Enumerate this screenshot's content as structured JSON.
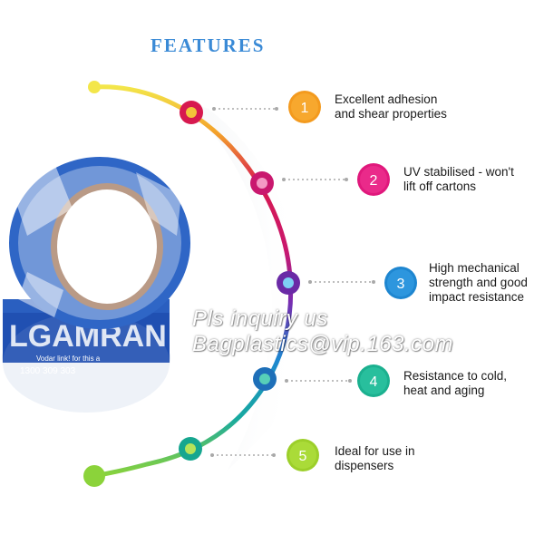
{
  "header": {
    "title": "FEATURES"
  },
  "features": [
    {
      "number": "1",
      "line1": "Excellent adhesion",
      "line2": "and shear properties",
      "line3": "",
      "color": "#f39a1e"
    },
    {
      "number": "2",
      "line1": "UV stabilised - won't",
      "line2": "lift off cartons",
      "line3": "",
      "color": "#e0187c"
    },
    {
      "number": "3",
      "line1": "High mechanical",
      "line2": "strength and good",
      "line3": "impact resistance",
      "color": "#1e86d0"
    },
    {
      "number": "4",
      "line1": "Resistance to cold,",
      "line2": "heat and aging",
      "line3": "",
      "color": "#1bb08f"
    },
    {
      "number": "5",
      "line1": "Ideal for use in",
      "line2": "dispensers",
      "line3": "",
      "color": "#9ccf2a"
    }
  ],
  "watermark": {
    "line1": "Pls inquiry us",
    "line2": "Bagplastics@vip.163.com"
  },
  "tape_print": {
    "text1": "1300 309 303",
    "text2": "Vodar link! for this a"
  },
  "colors": {
    "title": "#3a8ad6",
    "tape_blue": "#1f4fb0",
    "arc_start": "#f3e64a",
    "arc_mid": "#d7194f",
    "arc_purple": "#7a2bb0",
    "arc_end": "#8bd33a"
  }
}
